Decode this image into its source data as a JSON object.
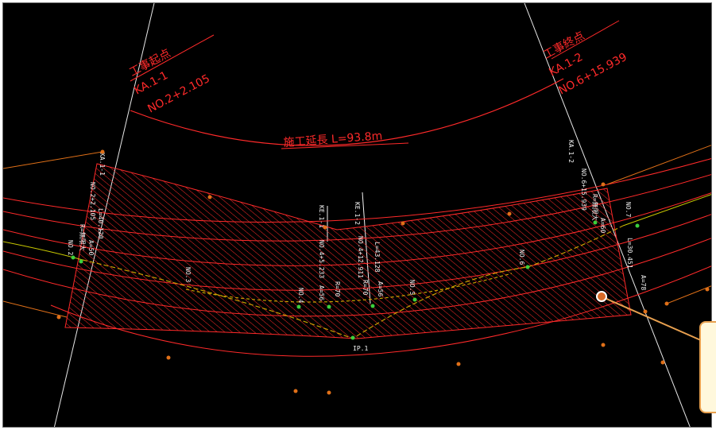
{
  "drawing": {
    "start_label_jp": "工事起点",
    "start_ka": "KA.1-1",
    "start_station": "NO.2+2.105",
    "end_label_jp": "工事終点",
    "end_ka": "KA.1-2",
    "end_station": "NO.6+15.939",
    "length_label": "施工延長  L=93.8m",
    "point_labels": {
      "ka11": "KA.1-1",
      "ka11_no": "NO.2+2.105",
      "l1": "L=40.120",
      "r1": "R=無限大",
      "a1": "A=50",
      "no2": "NO.2",
      "no3": "NO.3",
      "ke11": "KE.1-1",
      "ke11_no": "NO.4+5.233",
      "no4": "NO.4",
      "a2": "A=56",
      "r2": "R=70",
      "ke12": "KE.1-2",
      "ke12_no": "NO.4+12.911",
      "l2": "L=43.128",
      "r3": "R=70",
      "a3": "A=56",
      "no5": "NO.5",
      "no6": "NO.6",
      "ka12": "KA.1-2",
      "ka12_no": "NO.6+15.939",
      "r4": "R=無限大",
      "a4": "A=60",
      "no7": "NO.7",
      "l3": "L=30.451",
      "a5": "A=78",
      "ip": "IP.1"
    }
  },
  "colors": {
    "background": "#000000",
    "red": "#ff2a2a",
    "orange": "#e07018",
    "yellow": "#c8c800",
    "white": "#f2f2f2",
    "callout_fill": "#fff8dc",
    "callout_border": "#e8a04f"
  }
}
